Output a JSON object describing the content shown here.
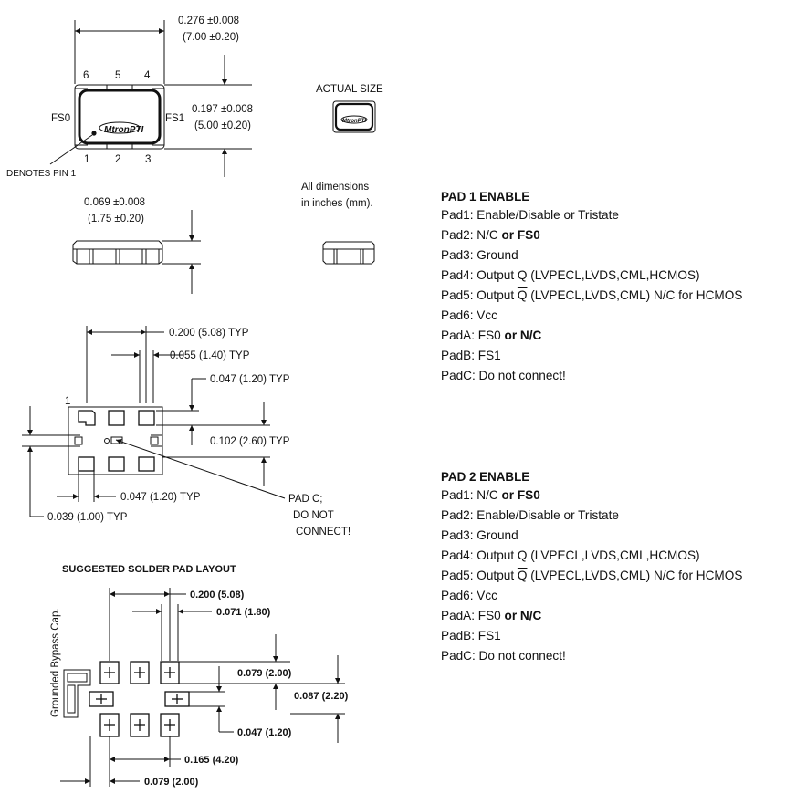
{
  "dims": {
    "length_in": "0.276 ±0.008",
    "length_mm": "(7.00 ±0.20)",
    "width_in": "0.197 ±0.008",
    "width_mm": "(5.00 ±0.20)",
    "height_in": "0.069 ±0.008",
    "height_mm": "(1.75 ±0.20)",
    "pitch_200": "0.200 (5.08) TYP",
    "pad_055": "0.055 (1.40) TYP",
    "pad_047_top": "0.047 (1.20) TYP",
    "pad_102": "0.102 (2.60) TYP",
    "pad_047_bottom": "0.047 (1.20) TYP",
    "pad_039": "0.039 (1.00) TYP"
  },
  "pins": {
    "top": [
      "6",
      "5",
      "4"
    ],
    "bottom": [
      "1",
      "2",
      "3"
    ],
    "fs0": "FS0",
    "fs1": "FS1",
    "pin1_note": "DENOTES PIN 1",
    "pin1_number": "1"
  },
  "logo_text": "MtronPTI",
  "actual_size_label": "ACTUAL SIZE",
  "units_note": [
    "All dimensions",
    "in inches (mm)."
  ],
  "pad_c_note": [
    "PAD C;",
    "DO NOT",
    "CONNECT!"
  ],
  "solder": {
    "title": "SUGGESTED SOLDER PAD LAYOUT",
    "bypass_label": "Grounded Bypass Cap.",
    "d200": "0.200 (5.08)",
    "d071": "0.071 (1.80)",
    "d079_right": "0.079 (2.00)",
    "d087": "0.087 (2.20)",
    "d047": "0.047 (1.20)",
    "d165": "0.165 (4.20)",
    "d079_bottom": "0.079 (2.00)"
  },
  "pad1_enable": {
    "heading": "PAD 1 ENABLE",
    "pad1": "Pad1: Enable/Disable or Tristate",
    "pad2_pre": "Pad2: N/C ",
    "pad2_bold": "or FS0",
    "pad3": "Pad3: Ground",
    "pad4": "Pad4: Output Q (LVPECL,LVDS,CML,HCMOS)",
    "pad5_pre": "Pad5: Output ",
    "pad5_q": "Q",
    "pad5_post": " (LVPECL,LVDS,CML) N/C for HCMOS",
    "pad6": "Pad6: Vcc",
    "padA_pre": "PadA: FS0 ",
    "padA_bold": "or N/C",
    "padB": "PadB: FS1",
    "padC": "PadC: Do not connect!"
  },
  "pad2_enable": {
    "heading": "PAD 2 ENABLE",
    "pad1_pre": "Pad1: N/C ",
    "pad1_bold": "or FS0",
    "pad2": "Pad2: Enable/Disable or Tristate",
    "pad3": "Pad3: Ground",
    "pad4": "Pad4: Output Q (LVPECL,LVDS,CML,HCMOS)",
    "pad5_pre": "Pad5: Output ",
    "pad5_q": "Q",
    "pad5_post": " (LVPECL,LVDS,CML) N/C for HCMOS",
    "pad6": "Pad6: Vcc",
    "padA_pre": "PadA: FS0 ",
    "padA_bold": "or N/C",
    "padB": "PadB: FS1",
    "padC": "PadC: Do not connect!"
  }
}
